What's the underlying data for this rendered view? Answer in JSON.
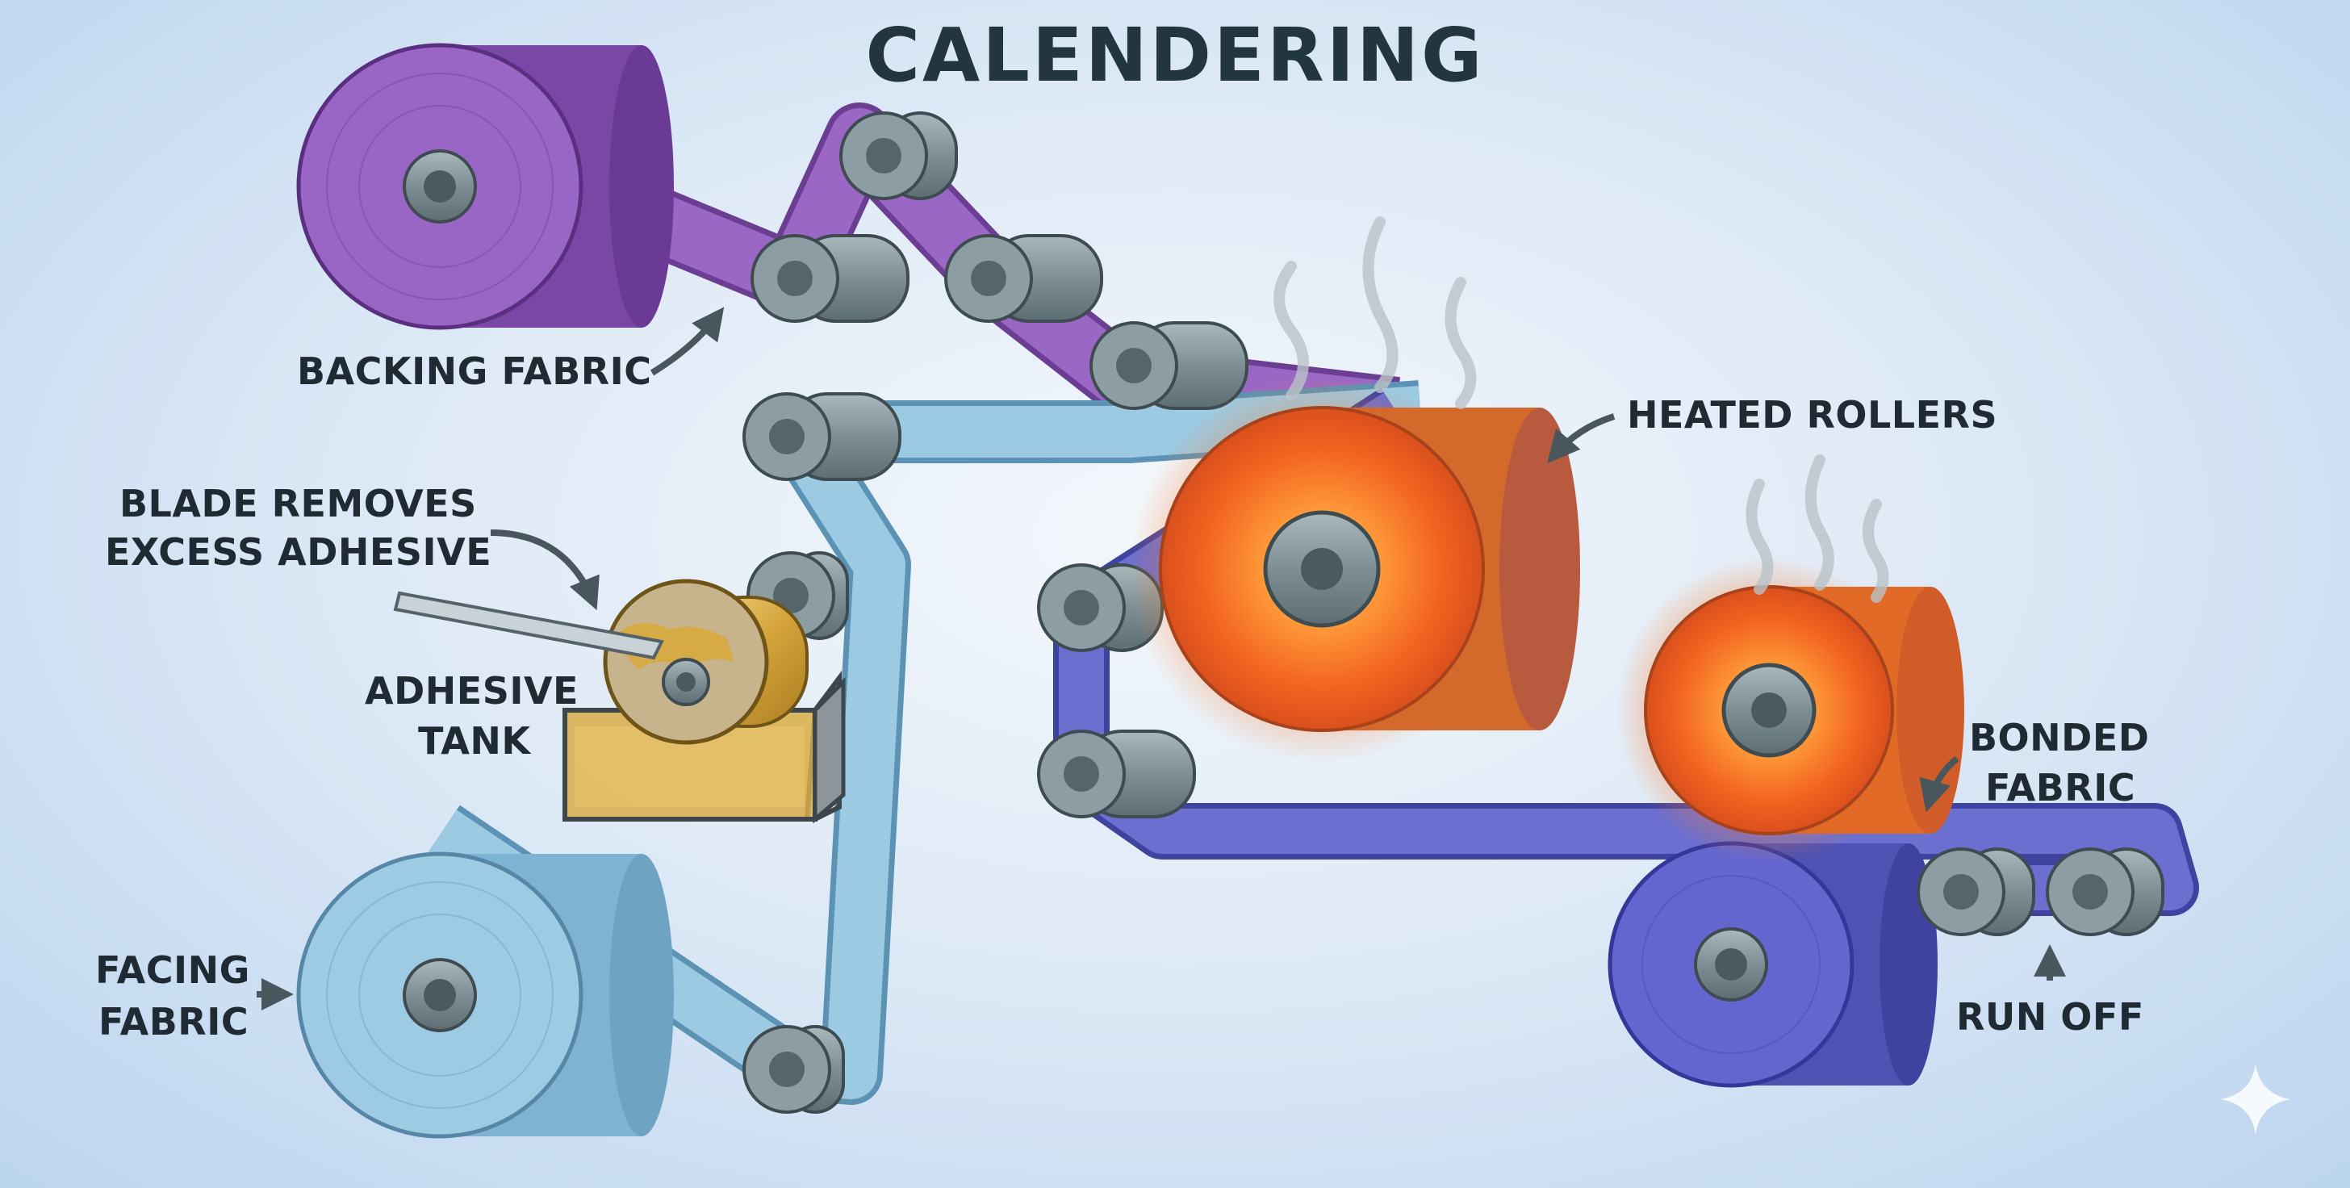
{
  "title": "CALENDERING",
  "labels": {
    "backing_fabric": "BACKING FABRIC",
    "heated_rollers": "HEATED ROLLERS",
    "blade_line1": "BLADE REMOVES",
    "blade_line2": "EXCESS ADHESIVE",
    "adhesive_line1": "ADHESIVE",
    "adhesive_line2": "TANK",
    "facing_line1": "FACING",
    "facing_line2": "FABRIC",
    "bonded_line1": "BONDED",
    "bonded_line2": "FABRIC",
    "run_off": "RUN OFF"
  },
  "colors": {
    "backing_fabric": "#8e5bb8",
    "facing_fabric": "#8fc1dc",
    "bonded_fabric": "#5e62c4",
    "heated_roller": "#f06a22",
    "adhesive": "#d9a93a",
    "steel_roller": "#7e9096"
  }
}
